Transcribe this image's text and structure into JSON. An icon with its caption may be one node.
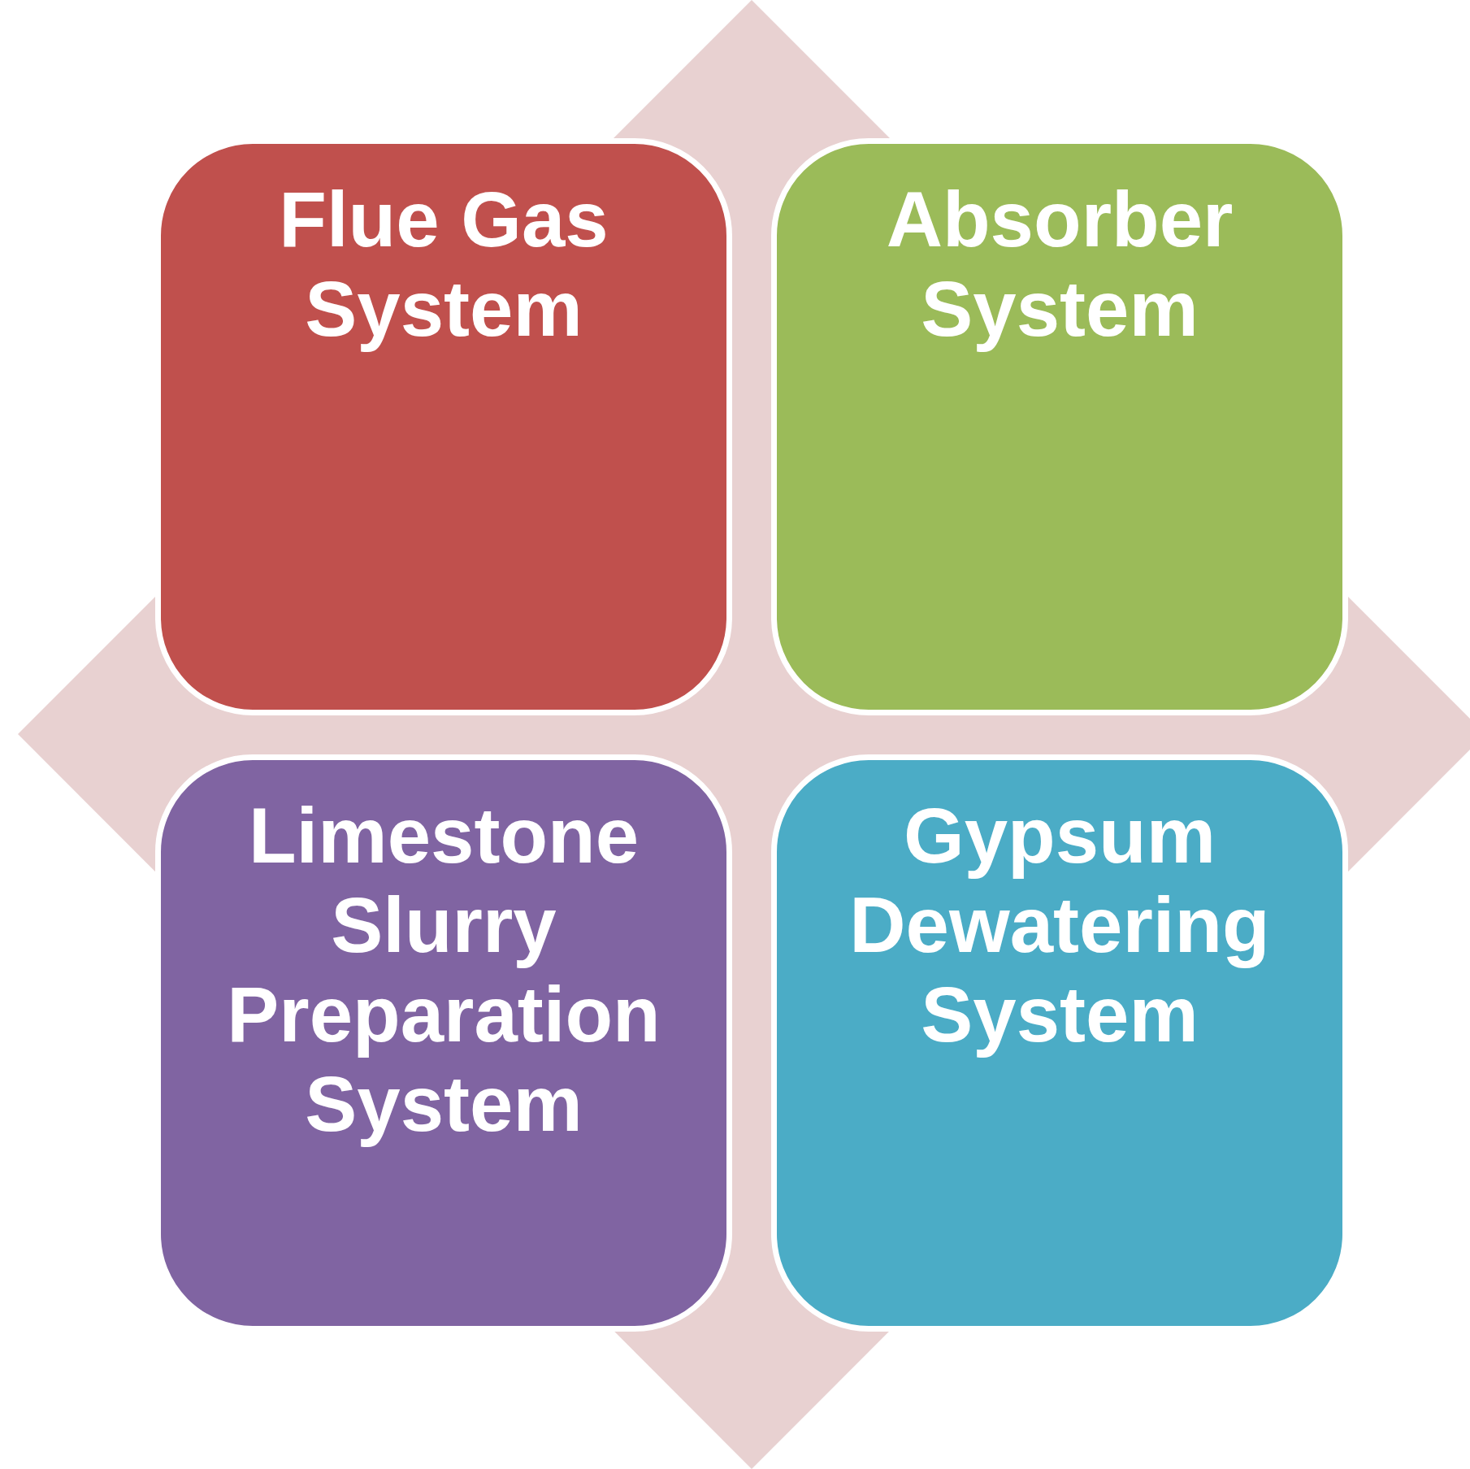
{
  "diagram": {
    "nodes": [
      {
        "text": [
          "Flue Gas System"
        ]
      },
      {
        "text": [
          "Absorber System"
        ]
      },
      {
        "text": [
          "Limestone Slurry Preparation System"
        ]
      },
      {
        "text": [
          "Gypsum Dewatering System"
        ]
      }
    ],
    "edges": []
  }
}
